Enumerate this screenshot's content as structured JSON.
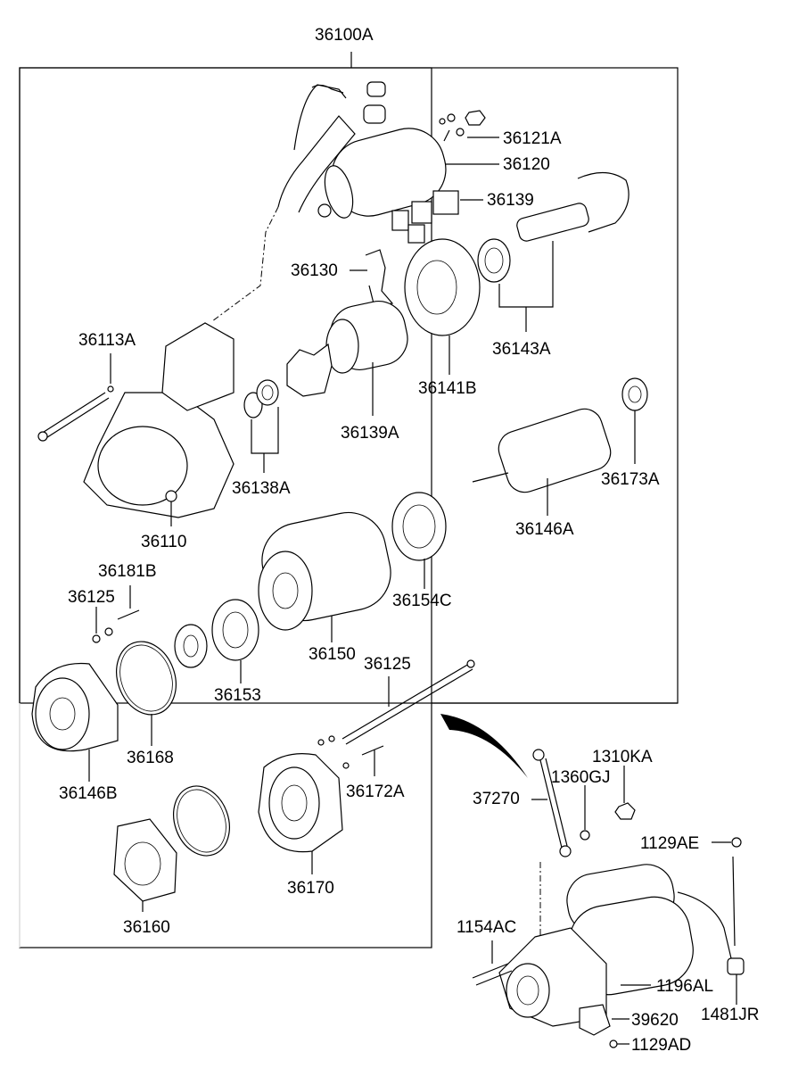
{
  "labels": {
    "l36100A": "36100A",
    "l36121A": "36121A",
    "l36120": "36120",
    "l36139": "36139",
    "l36130": "36130",
    "l36143A": "36143A",
    "l36113A": "36113A",
    "l36141B": "36141B",
    "l36139A": "36139A",
    "l36173A": "36173A",
    "l36138A": "36138A",
    "l36110": "36110",
    "l36146A": "36146A",
    "l36181B": "36181B",
    "l36125a": "36125",
    "l36154C": "36154C",
    "l36150": "36150",
    "l36125b": "36125",
    "l36153": "36153",
    "l36168": "36168",
    "l36146B": "36146B",
    "l36172A": "36172A",
    "l1310KA": "1310KA",
    "l1360GJ": "1360GJ",
    "l37270": "37270",
    "l1129AE": "1129AE",
    "l36170": "36170",
    "l36160": "36160",
    "l1154AC": "1154AC",
    "l1196AL": "1196AL",
    "l39620": "39620",
    "l1481JR": "1481JR",
    "l1129AD": "1129AD"
  }
}
